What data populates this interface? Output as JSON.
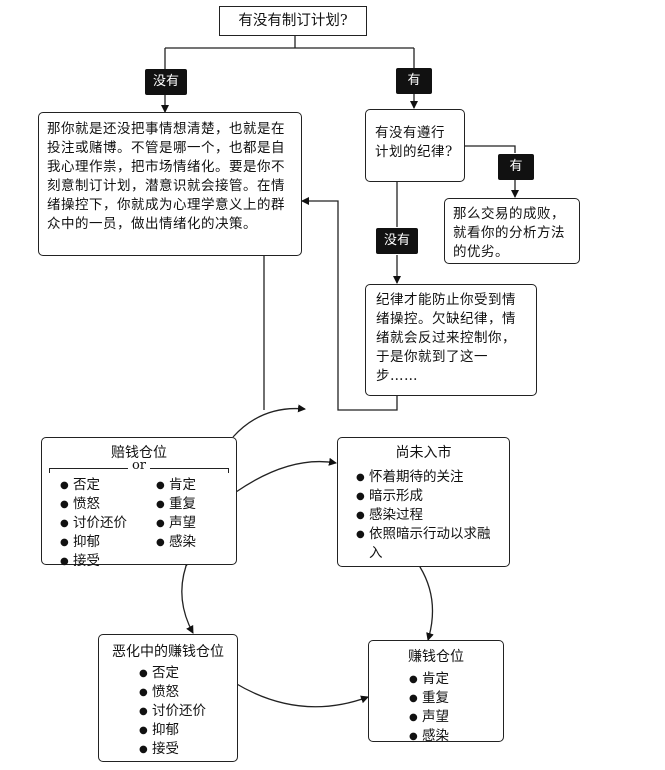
{
  "top": {
    "question": "有没有制订计划?"
  },
  "tags": {
    "no_plan": "没有",
    "has_plan": "有",
    "has_discipline": "有",
    "no_discipline": "没有"
  },
  "boxes": {
    "no_plan_text": "那你就是还没把事情想清楚，也就是在投注或赌博。不管是哪一个，也都是自我心理作祟，把市场情绪化。要是你不刻意制订计划，潜意识就会接管。在情绪操控下，你就成为心理学意义上的群众中的一员，做出情绪化的决策。",
    "discipline_question": "有没有遵行计划的纪律?",
    "has_discipline_text": "那么交易的成败，就看你的分析方法的优劣。",
    "no_discipline_text": "纪律才能防止你受到情绪操控。欠缺纪律，情绪就会反过来控制你，于是你就到了这一步……"
  },
  "cycle": {
    "losing": {
      "title": "赔钱仓位",
      "or": "or",
      "left": [
        "否定",
        "愤怒",
        "讨价还价",
        "抑郁",
        "接受"
      ],
      "right": [
        "肯定",
        "重复",
        "声望",
        "感染"
      ]
    },
    "not_entered": {
      "title": "尚未入市",
      "items": [
        "怀着期待的关注",
        "暗示形成",
        "感染过程",
        "依照暗示行动以求融入"
      ]
    },
    "winning": {
      "title": "赚钱仓位",
      "items": [
        "肯定",
        "重复",
        "声望",
        "感染"
      ]
    },
    "worsening": {
      "title": "恶化中的赚钱仓位",
      "items": [
        "否定",
        "愤怒",
        "讨价还价",
        "抑郁",
        "接受"
      ]
    }
  }
}
